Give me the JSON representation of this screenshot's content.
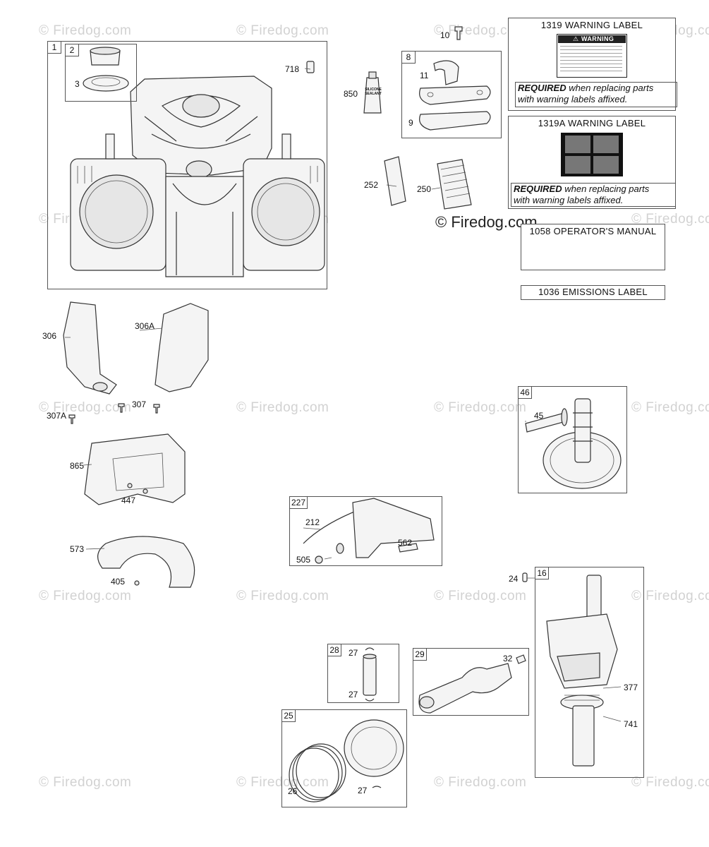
{
  "watermark_text": "© Firedog.com",
  "copyright_text": "© Firedog.com",
  "labels": {
    "warning": {
      "title": "1319 WARNING LABEL",
      "sticker_head": "WARNING",
      "req_bold": "REQUIRED",
      "req_rest": " when replacing parts",
      "req_line2": "with warning labels affixed."
    },
    "warning_a": {
      "title": "1319A WARNING LABEL",
      "req_bold": "REQUIRED",
      "req_rest": " when replacing parts",
      "req_line2": "with warning labels affixed."
    },
    "manual": {
      "title": "1058 OPERATOR'S MANUAL"
    },
    "emissions": {
      "title": "1036 EMISSIONS LABEL"
    }
  },
  "sealant_text": "SILICONE SEALANT",
  "boxes": {
    "b1": "1",
    "b2": "2",
    "b8": "8",
    "b46": "46",
    "b227": "227",
    "b16": "16",
    "b28": "28",
    "b29": "29",
    "b25": "25"
  },
  "callouts": {
    "c3": "3",
    "c718": "718",
    "c10": "10",
    "c11": "11",
    "c850": "850",
    "c9": "9",
    "c252": "252",
    "c250": "250",
    "c306": "306",
    "c306a": "306A",
    "c307": "307",
    "c307a": "307A",
    "c865": "865",
    "c447": "447",
    "c573": "573",
    "c405": "405",
    "c45": "45",
    "c212": "212",
    "c505": "505",
    "c562": "562",
    "c24": "24",
    "c377": "377",
    "c741": "741",
    "c27a": "27",
    "c27b": "27",
    "c32": "32",
    "c26": "26",
    "c27c": "27"
  }
}
